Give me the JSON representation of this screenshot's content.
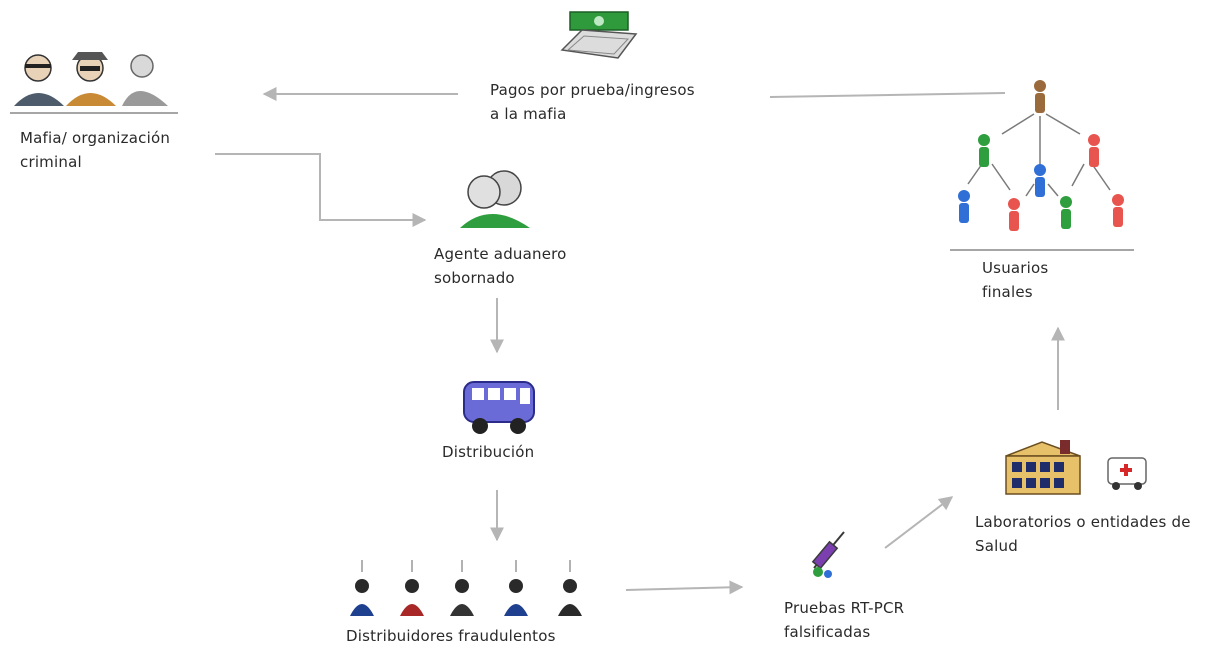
{
  "nodes": {
    "mafia": {
      "line1": "Mafia/ organización",
      "line2": "criminal",
      "icon": "criminals-icon"
    },
    "payments": {
      "line1": "Pagos por prueba/ingresos",
      "line2": "a la mafia",
      "icon": "money-icon"
    },
    "agent": {
      "line1": "Agente aduanero",
      "line2": "sobornado",
      "icon": "bribed-agent-icon"
    },
    "distribution": {
      "line1": "Distribución",
      "icon": "bus-icon"
    },
    "distributors": {
      "line1": "Distribuidores fraudulentos",
      "icon": "people-icon"
    },
    "tests": {
      "line1": "Pruebas RT-PCR",
      "line2": "falsificadas",
      "icon": "syringe-icon"
    },
    "labs": {
      "line1": "Laboratorios o entidades de",
      "line2": "Salud",
      "icon": "hospital-icon"
    },
    "users": {
      "line1": "Usuarios",
      "line2": "finales",
      "icon": "user-network-icon"
    }
  },
  "colors": {
    "arrow": "#b5b5b5",
    "green": "#2e9e3e",
    "blue": "#2f6fd6",
    "red": "#e8554f",
    "brown": "#9a6a3c",
    "bus": "#6b6bd8",
    "hospital": "#e7c06a"
  }
}
